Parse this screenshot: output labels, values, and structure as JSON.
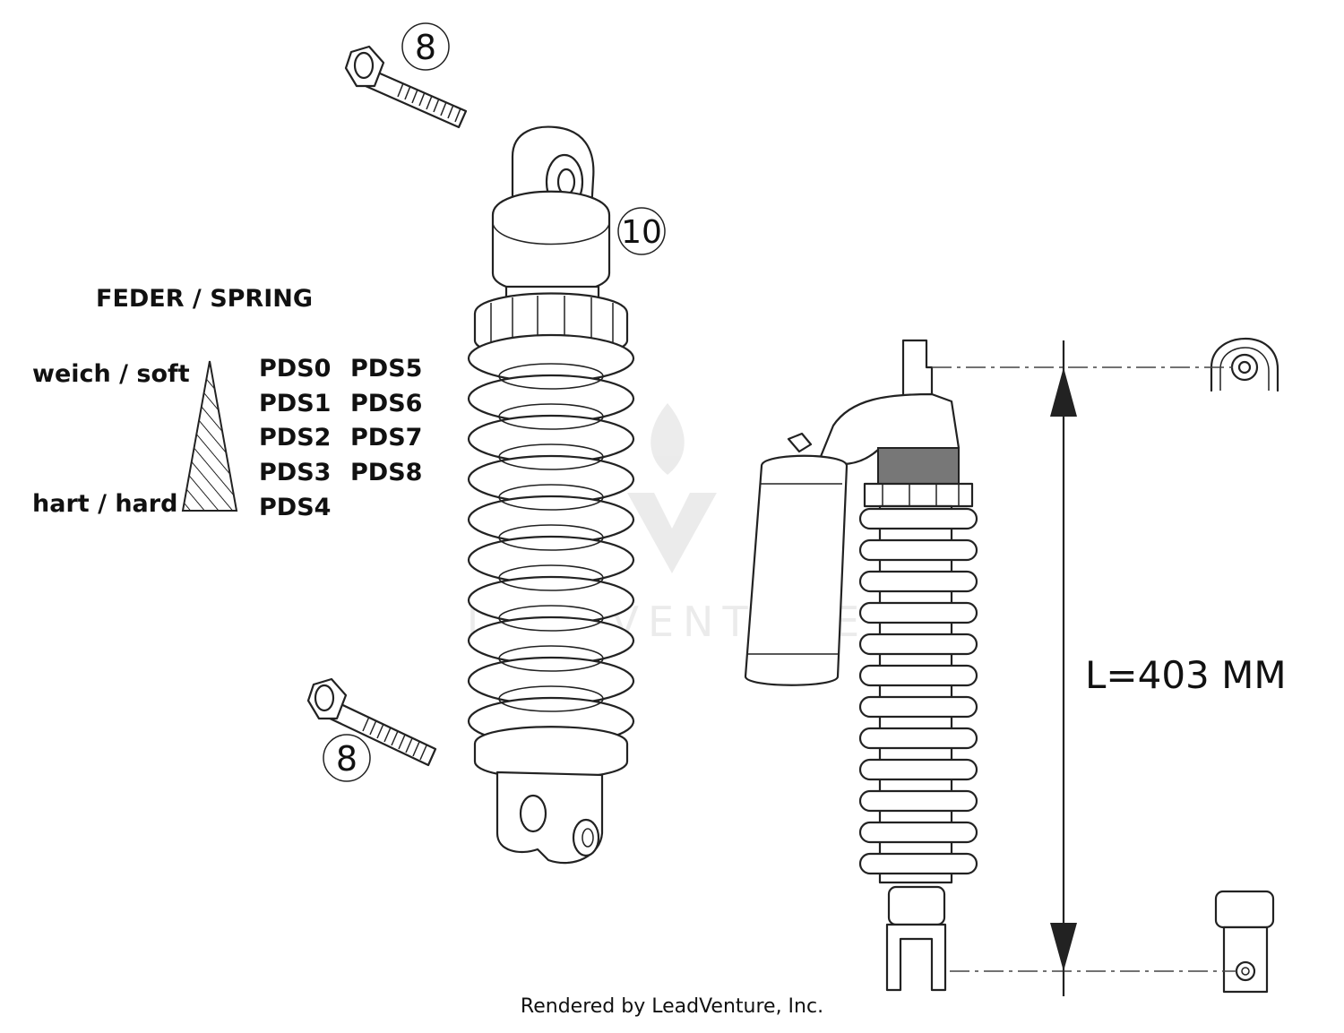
{
  "callouts": {
    "bolt_top": "8",
    "bolt_bottom": "8",
    "shock_top_eye": "10"
  },
  "legend": {
    "title": "FEDER / SPRING",
    "soft_label": "weich / soft",
    "hard_label": "hart / hard",
    "springs_col1": [
      "PDS0",
      "PDS1",
      "PDS2",
      "PDS3",
      "PDS4"
    ],
    "springs_col2": [
      "PDS5",
      "PDS6",
      "PDS7",
      "PDS8"
    ]
  },
  "dimension": {
    "label": "L=403 MM"
  },
  "watermark": {
    "brand": "LEADVENTURE"
  },
  "footer": {
    "credit": "Rendered by LeadVenture, Inc."
  }
}
